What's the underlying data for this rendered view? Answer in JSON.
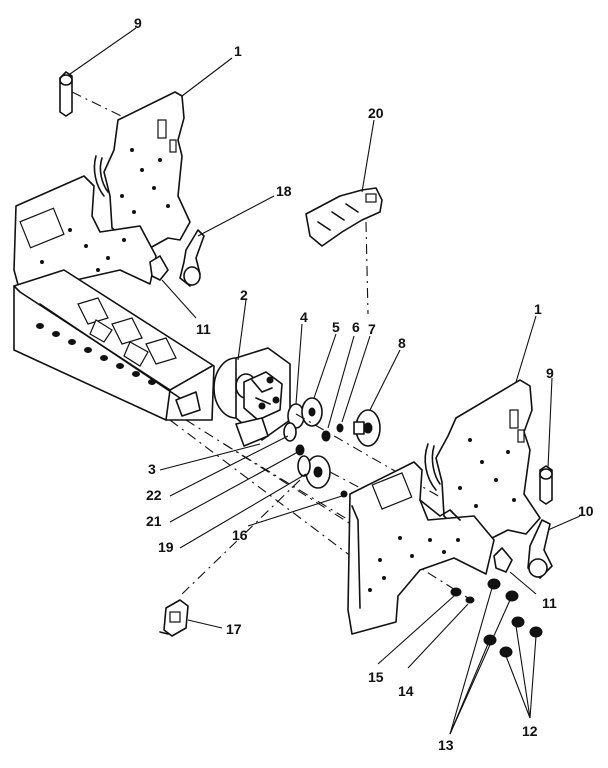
{
  "callouts": {
    "c9a": "9",
    "c1a": "1",
    "c20": "20",
    "c18": "18",
    "c11a": "11",
    "c2": "2",
    "c4": "4",
    "c5": "5",
    "c6": "6",
    "c7": "7",
    "c8": "8",
    "c1b": "1",
    "c9b": "9",
    "c10": "10",
    "c3": "3",
    "c22": "22",
    "c21": "21",
    "c19": "19",
    "c16": "16",
    "c11b": "11",
    "c17": "17",
    "c15": "15",
    "c14": "14",
    "c13": "13",
    "c12": "12"
  },
  "colors": {
    "ink": "#111111",
    "paper": "#ffffff"
  }
}
